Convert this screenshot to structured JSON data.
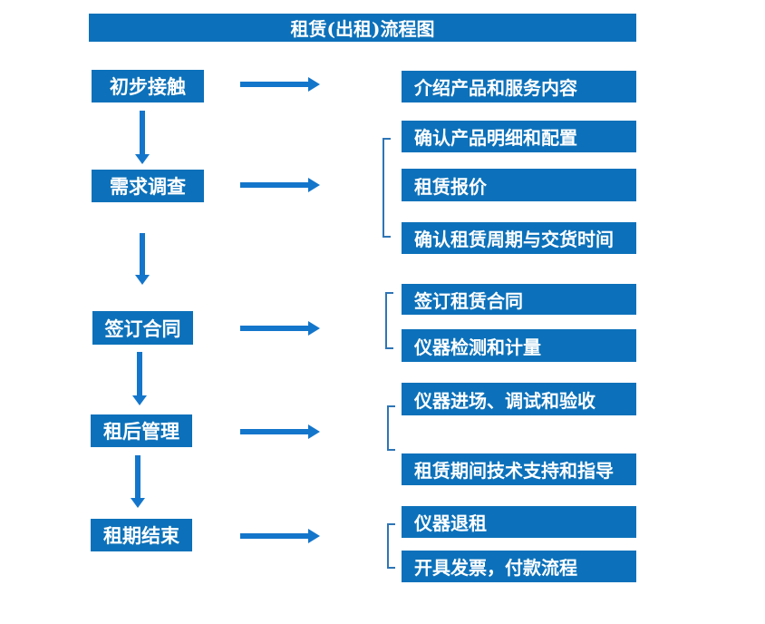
{
  "title": "租赁(出租)流程图",
  "colors": {
    "box_blue": "#0c71ba",
    "arrow_blue": "#1476cb",
    "bracket_blue": "#2e75b6",
    "text_white": "#ffffff"
  },
  "steps": [
    {
      "label": "初步接触",
      "details": [
        "介绍产品和服务内容"
      ]
    },
    {
      "label": "需求调查",
      "details": [
        "确认产品明细和配置",
        "租赁报价",
        "确认租赁周期与交货时间"
      ]
    },
    {
      "label": "签订合同",
      "details": [
        "签订租赁合同",
        "仪器检测和计量"
      ]
    },
    {
      "label": "租后管理",
      "details": [
        "仪器进场、调试和验收",
        "租赁期间技术支持和指导"
      ]
    },
    {
      "label": "租期结束",
      "details": [
        "仪器退租",
        "开具发票，付款流程"
      ]
    }
  ]
}
